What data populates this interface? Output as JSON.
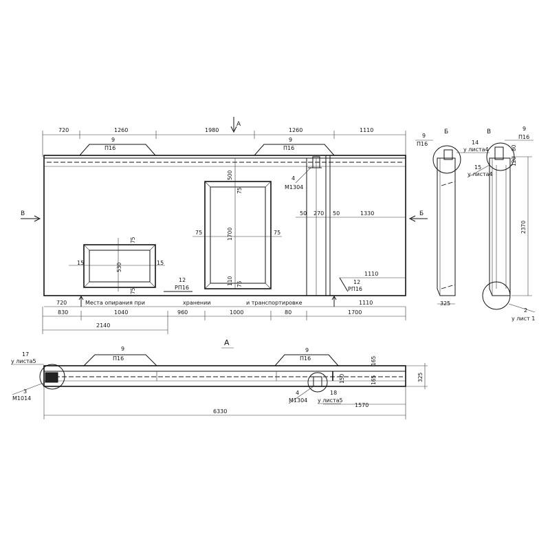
{
  "plan": {
    "top_dims": [
      "720",
      "1260",
      "1980",
      "1260",
      "1110"
    ],
    "section_a_mark": "А",
    "loop_labels": [
      {
        "num": "9",
        "code": "П16"
      },
      {
        "num": "9",
        "code": "П16"
      }
    ],
    "marker_4_num": "4",
    "marker_4_code": "М1304",
    "opening_large": {
      "h": "1700",
      "top": "500",
      "bottom": "110",
      "side_left": "75",
      "side_right": "75",
      "corner_top": "75",
      "corner_bottom": "75"
    },
    "opening_small": {
      "h": "530",
      "left": "15",
      "right": "15",
      "top": "75",
      "bottom": "75"
    },
    "row_dims": [
      "50",
      "270",
      "50",
      "1330"
    ],
    "dim_1110": "1110",
    "marker_12_num": "12",
    "marker_12_code": "РП16",
    "arrow_left": "В",
    "arrow_right": "Б",
    "support_note": {
      "left_dim": "720",
      "text_1": "Места опирания при",
      "text_2": "хранении",
      "text_3": "и транспортировке",
      "right_dim": "1110"
    },
    "bottom_dims": [
      "830",
      "1040",
      "960",
      "1000",
      "80",
      "1700"
    ],
    "total_dim": "2140"
  },
  "side_b": {
    "title": "Б",
    "num": "9",
    "code": "П16",
    "ref_num": "14",
    "ref_sheet": "у листа4",
    "width_dim": "325"
  },
  "side_v": {
    "title": "В",
    "num": "9",
    "code": "П16",
    "dim_80": "80",
    "dim_120": "120",
    "ref_num": "15",
    "ref_sheet": "у листа4",
    "height_dim": "2370",
    "bottom_ref_num": "2",
    "bottom_ref_sheet": "у лист 1"
  },
  "section_a": {
    "title": "А",
    "loops": [
      {
        "num": "9",
        "code": "П16"
      },
      {
        "num": "9",
        "code": "П16"
      }
    ],
    "left_ref_num": "17",
    "left_ref_sheet": "у листа5",
    "left_marker_num": "3",
    "left_marker_code": "М1014",
    "mid_marker_num": "4",
    "mid_marker_code": "М1304",
    "mid_ref_num": "18",
    "mid_ref_sheet": "у листа5",
    "dim_1570": "1570",
    "dim_150": "150",
    "dim_165_top": "165",
    "dim_165_bot": "165",
    "dim_325": "325",
    "total_dim": "6330"
  }
}
